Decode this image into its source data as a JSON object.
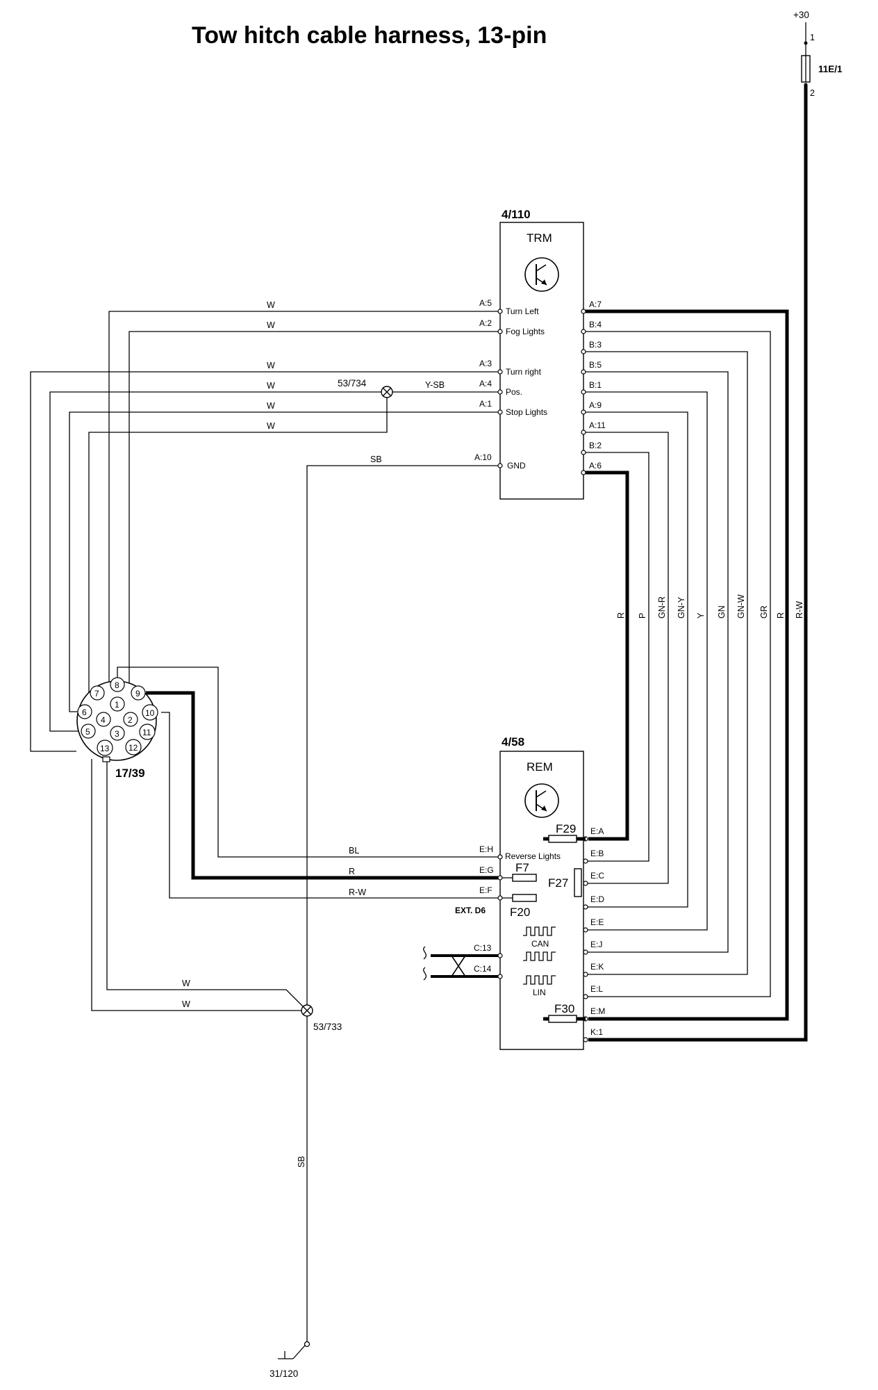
{
  "title": "Tow hitch cable harness, 13-pin",
  "supply": {
    "terminal": "+30",
    "fuse": "11E/1",
    "pin_in": "1",
    "pin_out": "2"
  },
  "trm": {
    "ref": "4/110",
    "name": "TRM",
    "left_pins": [
      "A:5",
      "A:2",
      "A:3",
      "A:4",
      "A:1",
      "A:10"
    ],
    "left_labels": [
      "Turn Left",
      "Fog Lights",
      "Turn right",
      "Pos.",
      "Stop Lights",
      "GND"
    ],
    "right_pins": [
      "A:7",
      "B:4",
      "B:3",
      "B:5",
      "B:1",
      "A:9",
      "A:11",
      "B:2",
      "A:6"
    ]
  },
  "rem": {
    "ref": "4/58",
    "name": "REM",
    "right_pins": [
      "E:A",
      "E:B",
      "E:C",
      "E:D",
      "E:E",
      "E:J",
      "E:K",
      "E:L",
      "E:M",
      "K:1"
    ],
    "left_pins": [
      "E:H",
      "E:G",
      "E:F",
      "C:13",
      "C:14"
    ],
    "reverse_label": "Reverse Lights",
    "ext_label": "EXT. D6",
    "fuses": [
      "F29",
      "F7",
      "F27",
      "F20",
      "F30"
    ],
    "can_label": "CAN",
    "lin_label": "LIN"
  },
  "connector": {
    "ref": "17/39",
    "pins": [
      "1",
      "2",
      "3",
      "4",
      "5",
      "6",
      "7",
      "8",
      "9",
      "10",
      "11",
      "12",
      "13"
    ]
  },
  "splices": {
    "trm_splice": "53/734",
    "ground_splice": "53/733"
  },
  "ground": {
    "ref": "31/120",
    "wire": "SB"
  },
  "wire_colors": {
    "left_w": [
      "W",
      "W",
      "W",
      "W",
      "W",
      "W"
    ],
    "ysb": "Y-SB",
    "gnd_sb": "SB",
    "vertical": [
      "R",
      "P",
      "GN-R",
      "GN-Y",
      "Y",
      "GN",
      "GN-W",
      "GR",
      "R",
      "R-W"
    ],
    "rem_left": [
      "BL",
      "R",
      "R-W"
    ],
    "bottom_w": [
      "W",
      "W"
    ]
  },
  "colors": {
    "ink": "#000000",
    "paper": "#ffffff"
  }
}
